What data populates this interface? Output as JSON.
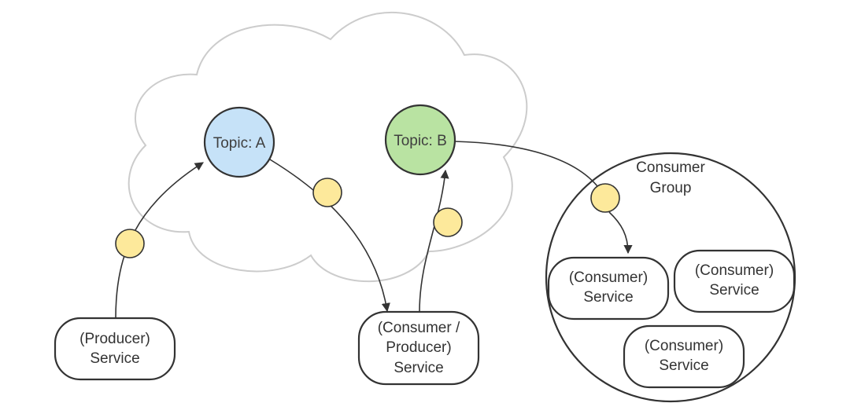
{
  "colors": {
    "topic_a_fill": "#c6e2f8",
    "topic_b_fill": "#b9e3a2",
    "message_fill": "#fde99b",
    "cloud_stroke": "#cccccc",
    "line": "#333333"
  },
  "topics": {
    "a": {
      "label": "Topic: A"
    },
    "b": {
      "label": "Topic: B"
    }
  },
  "consumer_group": {
    "line1": "Consumer",
    "line2": "Group"
  },
  "services": {
    "producer": {
      "line1": "(Producer)",
      "line2": "Service"
    },
    "consumer_producer": {
      "line1": "(Consumer /",
      "line2": "Producer)",
      "line3": "Service"
    },
    "consumer_1": {
      "line1": "(Consumer)",
      "line2": "Service"
    },
    "consumer_2": {
      "line1": "(Consumer)",
      "line2": "Service"
    },
    "consumer_3": {
      "line1": "(Consumer)",
      "line2": "Service"
    }
  }
}
